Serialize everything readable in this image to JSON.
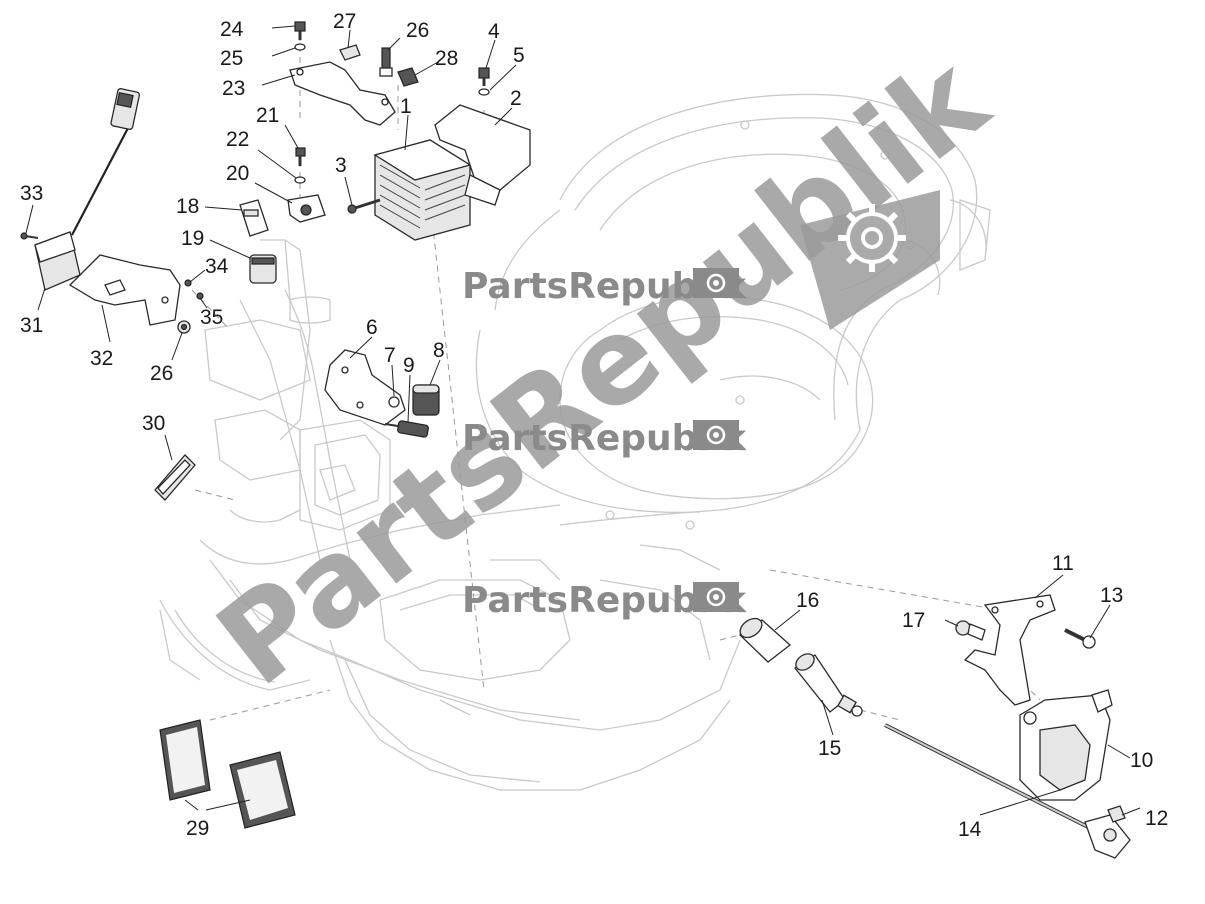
{
  "watermark": {
    "text": "PartsRepublik",
    "diagonal_text": "PartsRepublik",
    "icon": "gear-icon"
  },
  "callouts": [
    {
      "id": "c1",
      "label": "1"
    },
    {
      "id": "c2",
      "label": "2"
    },
    {
      "id": "c3",
      "label": "3"
    },
    {
      "id": "c4",
      "label": "4"
    },
    {
      "id": "c5",
      "label": "5"
    },
    {
      "id": "c6",
      "label": "6"
    },
    {
      "id": "c7",
      "label": "7"
    },
    {
      "id": "c8",
      "label": "8"
    },
    {
      "id": "c9",
      "label": "9"
    },
    {
      "id": "c10",
      "label": "10"
    },
    {
      "id": "c11",
      "label": "11"
    },
    {
      "id": "c12",
      "label": "12"
    },
    {
      "id": "c13",
      "label": "13"
    },
    {
      "id": "c14",
      "label": "14"
    },
    {
      "id": "c15",
      "label": "15"
    },
    {
      "id": "c16",
      "label": "16"
    },
    {
      "id": "c17",
      "label": "17"
    },
    {
      "id": "c18",
      "label": "18"
    },
    {
      "id": "c19",
      "label": "19"
    },
    {
      "id": "c20",
      "label": "20"
    },
    {
      "id": "c21",
      "label": "21"
    },
    {
      "id": "c22",
      "label": "22"
    },
    {
      "id": "c23",
      "label": "23"
    },
    {
      "id": "c24",
      "label": "24"
    },
    {
      "id": "c25",
      "label": "25"
    },
    {
      "id": "c26a",
      "label": "26"
    },
    {
      "id": "c26b",
      "label": "26"
    },
    {
      "id": "c27",
      "label": "27"
    },
    {
      "id": "c28",
      "label": "28"
    },
    {
      "id": "c29",
      "label": "29"
    },
    {
      "id": "c30",
      "label": "30"
    },
    {
      "id": "c31",
      "label": "31"
    },
    {
      "id": "c32",
      "label": "32"
    },
    {
      "id": "c33",
      "label": "33"
    },
    {
      "id": "c34",
      "label": "34"
    },
    {
      "id": "c35",
      "label": "35"
    }
  ]
}
